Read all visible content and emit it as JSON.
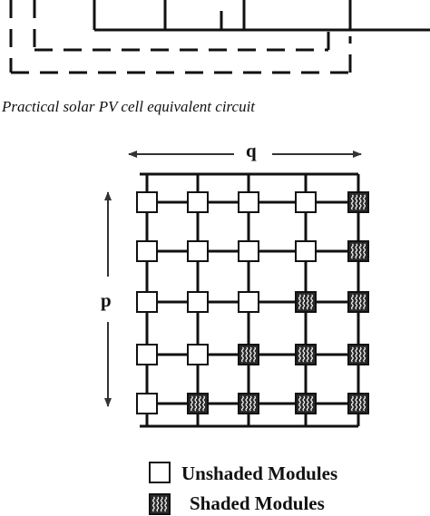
{
  "caption": "Practical solar PV cell equivalent circuit",
  "array": {
    "rows_label": "p",
    "cols_label": "q",
    "rows": 5,
    "cols": 5,
    "modules": [
      [
        "unshaded",
        "unshaded",
        "unshaded",
        "unshaded",
        "shaded"
      ],
      [
        "unshaded",
        "unshaded",
        "unshaded",
        "unshaded",
        "shaded"
      ],
      [
        "unshaded",
        "unshaded",
        "unshaded",
        "shaded",
        "shaded"
      ],
      [
        "unshaded",
        "unshaded",
        "shaded",
        "shaded",
        "shaded"
      ],
      [
        "unshaded",
        "shaded",
        "shaded",
        "shaded",
        "shaded"
      ]
    ]
  },
  "legend": {
    "unshaded": "Unshaded Modules",
    "shaded": "Shaded Modules"
  },
  "colors": {
    "line": "#111111",
    "unshaded_fill": "#ffffff",
    "shaded_fill": "#2a2a2a",
    "shaded_pattern": "#ffffff"
  }
}
